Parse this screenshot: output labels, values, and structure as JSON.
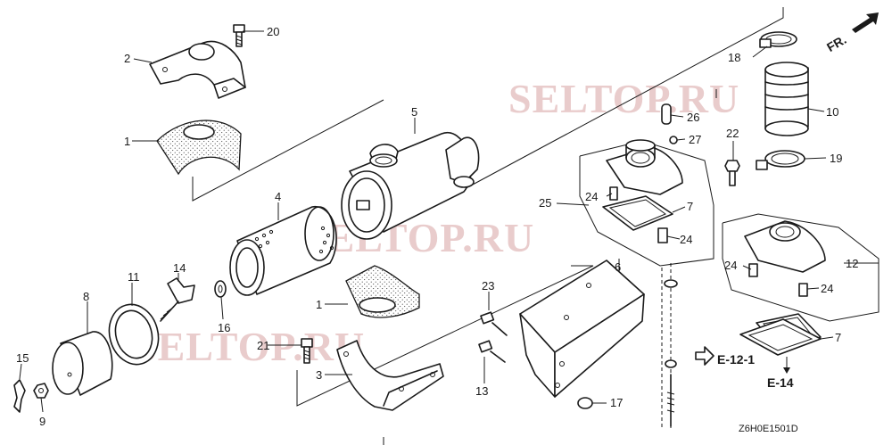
{
  "diagram": {
    "callouts": {
      "p1a": "1",
      "p1b": "1",
      "p2": "2",
      "p3": "3",
      "p4": "4",
      "p5": "5",
      "p6": "6",
      "p7a": "7",
      "p7b": "7",
      "p8": "8",
      "p9": "9",
      "p10": "10",
      "p11": "11",
      "p12": "12",
      "p13": "13",
      "p14": "14",
      "p15": "15",
      "p16": "16",
      "p17": "17",
      "p18": "18",
      "p19": "19",
      "p20": "20",
      "p21": "21",
      "p22": "22",
      "p23": "23",
      "p24a": "24",
      "p24b": "24",
      "p24c": "24",
      "p24d": "24",
      "p25": "25",
      "p26": "26",
      "p27": "27"
    },
    "references": {
      "e12": "E-12-1",
      "e14": "E-14"
    },
    "direction_marker": "FR.",
    "diagram_code": "Z6H0E1501D",
    "watermarks": [
      "SELTOP.RU",
      "SELTOP.RU",
      "SELTOP.RU"
    ]
  }
}
